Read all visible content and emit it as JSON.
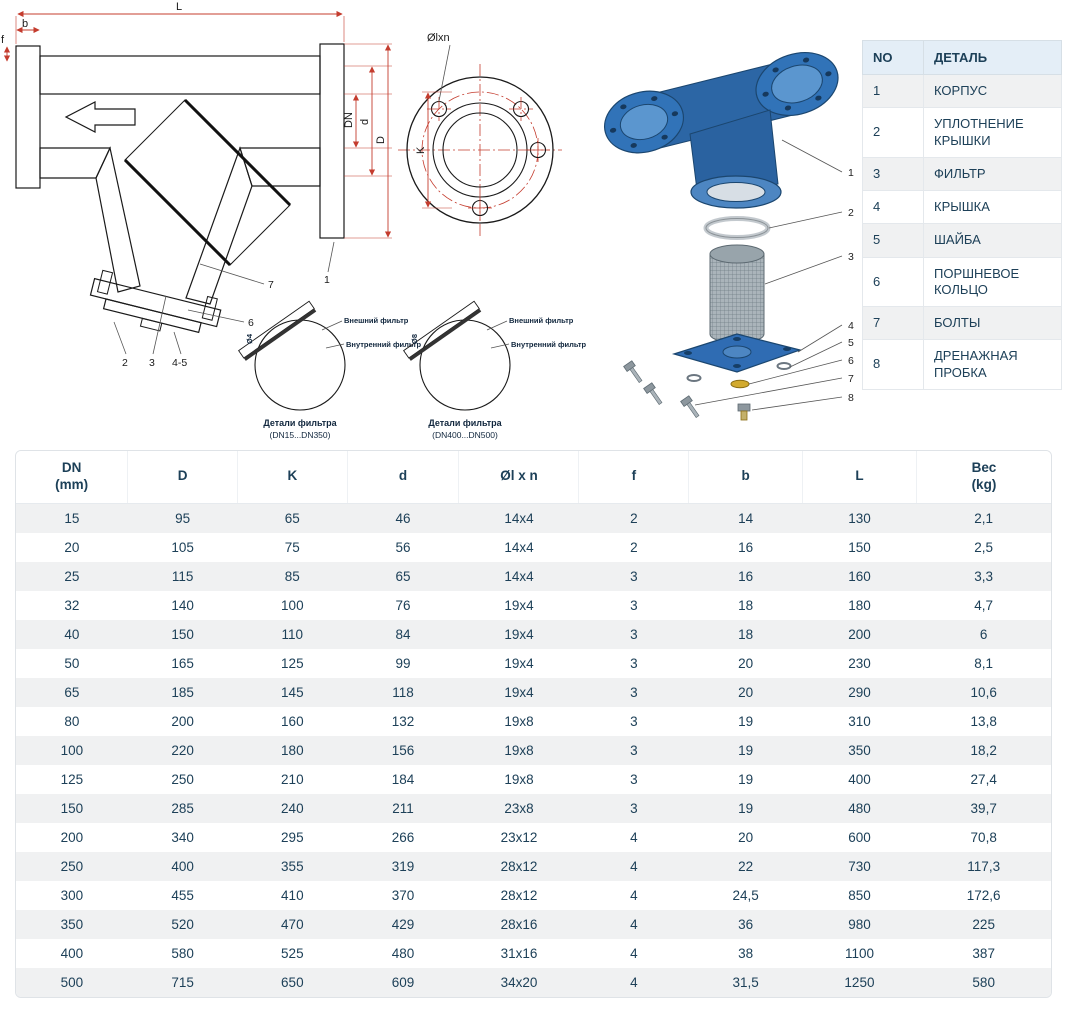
{
  "drawing": {
    "section": {
      "dims": {
        "L": "L",
        "b": "b",
        "f": "f",
        "DN": "DN",
        "d": "d",
        "D": "D"
      },
      "callouts": {
        "body": "1",
        "bolts": "7",
        "ring": "6",
        "gasket": "2",
        "filter": "3",
        "cover_washer": "4-5"
      }
    },
    "flange_view": {
      "bolt_pattern_label": "Ølxn",
      "K": "K"
    },
    "filter_details": [
      {
        "hole_dia": "Ø4",
        "outer_label": "Внешний фильтр",
        "inner_label": "Внутренний фильтр",
        "caption": "Детали фильтра",
        "range": "(DN15...DN350)"
      },
      {
        "hole_dia": "Ø8",
        "outer_label": "Внешний фильтр",
        "inner_label": "Внутренний фильтр",
        "caption": "Детали фильтра",
        "range": "(DN400...DN500)"
      }
    ],
    "exploded_callouts": [
      "1",
      "2",
      "3",
      "4",
      "5",
      "6",
      "7",
      "8"
    ]
  },
  "parts_table": {
    "headers": [
      "NO",
      "ДЕТАЛЬ"
    ],
    "rows": [
      [
        "1",
        "КОРПУС"
      ],
      [
        "2",
        "УПЛОТНЕНИЕ КРЫШКИ"
      ],
      [
        "3",
        "ФИЛЬТР"
      ],
      [
        "4",
        "КРЫШКА"
      ],
      [
        "5",
        "ШАЙБА"
      ],
      [
        "6",
        "ПОРШНЕВОЕ КОЛЬЦО"
      ],
      [
        "7",
        "БОЛТЫ"
      ],
      [
        "8",
        "ДРЕНАЖНАЯ ПРОБКА"
      ]
    ]
  },
  "dimension_table": {
    "headers": [
      "DN\n(mm)",
      "D",
      "K",
      "d",
      "Øl x n",
      "f",
      "b",
      "L",
      "Вес\n(kg)"
    ],
    "rows": [
      [
        "15",
        "95",
        "65",
        "46",
        "14x4",
        "2",
        "14",
        "130",
        "2,1"
      ],
      [
        "20",
        "105",
        "75",
        "56",
        "14x4",
        "2",
        "16",
        "150",
        "2,5"
      ],
      [
        "25",
        "115",
        "85",
        "65",
        "14x4",
        "3",
        "16",
        "160",
        "3,3"
      ],
      [
        "32",
        "140",
        "100",
        "76",
        "19x4",
        "3",
        "18",
        "180",
        "4,7"
      ],
      [
        "40",
        "150",
        "110",
        "84",
        "19x4",
        "3",
        "18",
        "200",
        "6"
      ],
      [
        "50",
        "165",
        "125",
        "99",
        "19x4",
        "3",
        "20",
        "230",
        "8,1"
      ],
      [
        "65",
        "185",
        "145",
        "118",
        "19x4",
        "3",
        "20",
        "290",
        "10,6"
      ],
      [
        "80",
        "200",
        "160",
        "132",
        "19x8",
        "3",
        "19",
        "310",
        "13,8"
      ],
      [
        "100",
        "220",
        "180",
        "156",
        "19x8",
        "3",
        "19",
        "350",
        "18,2"
      ],
      [
        "125",
        "250",
        "210",
        "184",
        "19x8",
        "3",
        "19",
        "400",
        "27,4"
      ],
      [
        "150",
        "285",
        "240",
        "211",
        "23x8",
        "3",
        "19",
        "480",
        "39,7"
      ],
      [
        "200",
        "340",
        "295",
        "266",
        "23x12",
        "4",
        "20",
        "600",
        "70,8"
      ],
      [
        "250",
        "400",
        "355",
        "319",
        "28x12",
        "4",
        "22",
        "730",
        "117,3"
      ],
      [
        "300",
        "455",
        "410",
        "370",
        "28x12",
        "4",
        "24,5",
        "850",
        "172,6"
      ],
      [
        "350",
        "520",
        "470",
        "429",
        "28x16",
        "4",
        "36",
        "980",
        "225"
      ],
      [
        "400",
        "580",
        "525",
        "480",
        "31x16",
        "4",
        "38",
        "1100",
        "387"
      ],
      [
        "500",
        "715",
        "650",
        "609",
        "34x20",
        "4",
        "31,5",
        "1250",
        "580"
      ]
    ]
  }
}
